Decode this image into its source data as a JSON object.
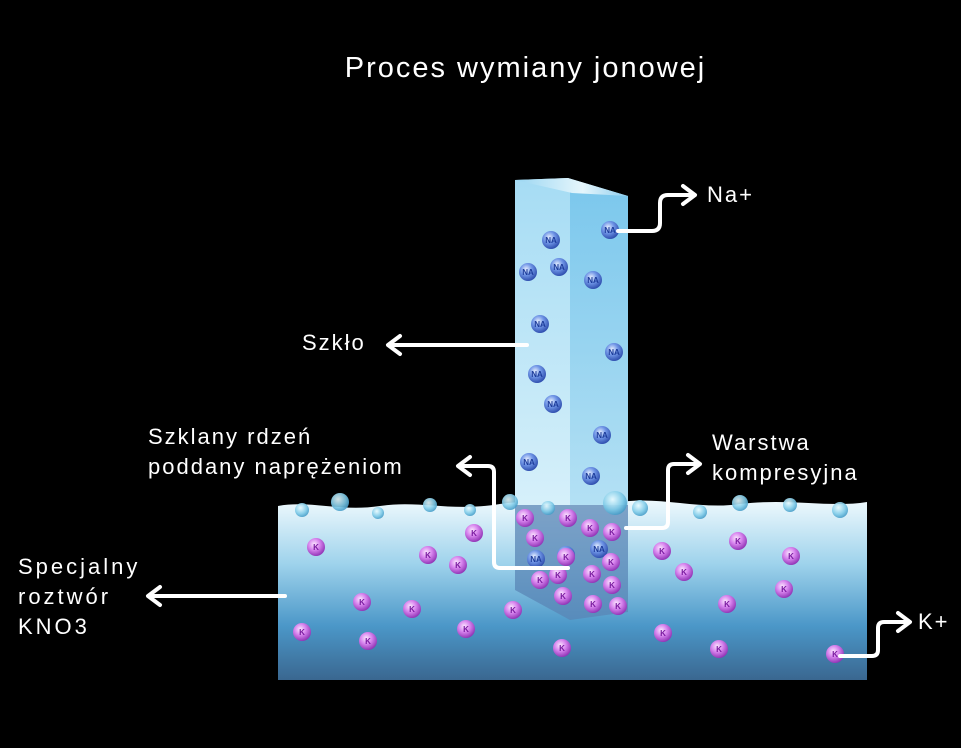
{
  "title": "Proces wymiany jonowej",
  "labels": {
    "na_plus": "Na+",
    "glass": "Szkło",
    "core_line1": "Szklany rdzeń",
    "core_line2": "poddany naprężeniom",
    "compression_line1": "Warstwa",
    "compression_line2": "kompresyjna",
    "solution_line1": "Specjalny",
    "solution_line2": "roztwór",
    "solution_line3": "KNO3",
    "k_plus": "K+"
  },
  "ions": {
    "na_symbol": "NA",
    "k_symbol": "K",
    "na_color": "#3f6fd8",
    "k_color": "#c04fe0"
  },
  "colors": {
    "glass_front": "#b8e4f6",
    "glass_side": "#8fd0ee",
    "solution_top": "#e2f4fb",
    "solution_bottom": "#3d6d96",
    "arrow": "#ffffff"
  }
}
